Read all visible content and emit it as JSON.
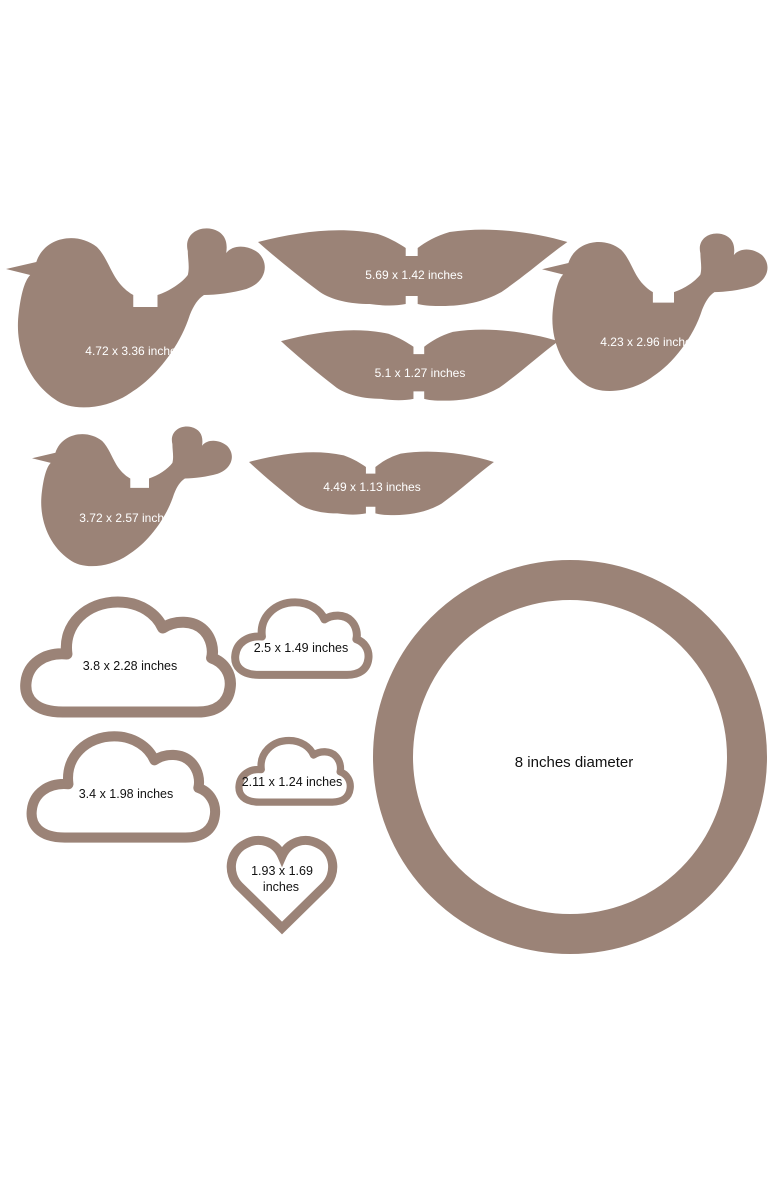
{
  "colors": {
    "shape": "#9b8377",
    "label_on_shape": "#ffffff",
    "label_in_outline": "#111111",
    "background": "#ffffff"
  },
  "shapes": {
    "bird_large": {
      "label": "4.72 x 3.36 inches"
    },
    "bird_medium": {
      "label": "4.23 x 2.96 inches"
    },
    "bird_small": {
      "label": "3.72 x 2.57 inches"
    },
    "wing_large": {
      "label": "5.69 x 1.42 inches"
    },
    "wing_medium": {
      "label": "5.1 x 1.27 inches"
    },
    "wing_small": {
      "label": "4.49 x 1.13 inches"
    },
    "cloud_1": {
      "label": "3.8 x 2.28 inches"
    },
    "cloud_2": {
      "label": "2.5 x 1.49 inches"
    },
    "cloud_3": {
      "label": "3.4 x 1.98 inches"
    },
    "cloud_4": {
      "label": "2.11 x 1.24 inches"
    },
    "heart": {
      "label_line1": "1.93 x 1.69",
      "label_line2": "inches"
    },
    "ring": {
      "label": "8 inches diameter"
    }
  }
}
